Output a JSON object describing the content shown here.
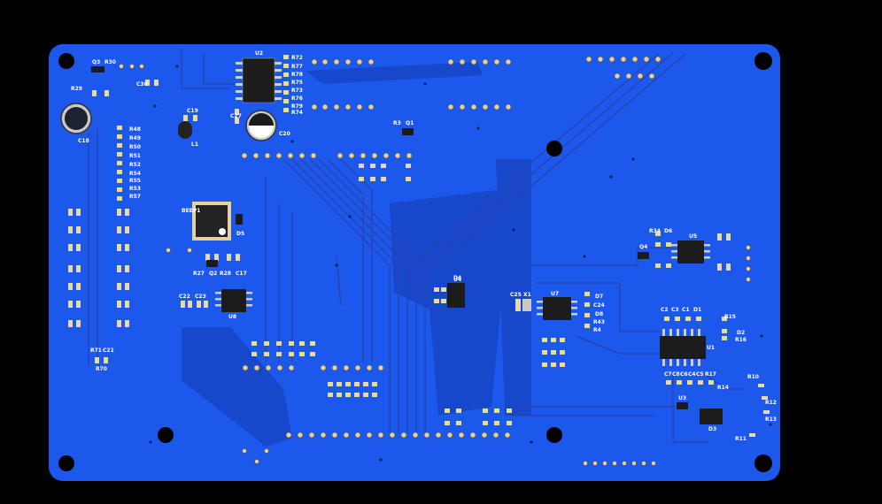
{
  "board": {
    "colors": {
      "background": "#000000",
      "substrate": "#1a4fe0",
      "copper_pour": "#1f5ff0",
      "trace": "#2a3ea8",
      "silkscreen": "#ffffff",
      "pad": "#e8d9a8",
      "chip": "#222222"
    },
    "chips": {
      "u2_label": "U2",
      "u8_label": "U8",
      "u7_label": "U7",
      "u5_label": "U5",
      "u3_label": "U3",
      "u1_label": "U1",
      "u4_label": "U4"
    },
    "components": {
      "q3": "Q3",
      "r30": "R30",
      "r29": "R29",
      "c30": "C30",
      "c18": "C18",
      "c19": "C19",
      "c27": "C27",
      "c20": "C20",
      "l1": "L1",
      "q1": "Q1",
      "r3": "R3",
      "beep1": "BEEP1",
      "d5": "D5",
      "r27": "R27",
      "q2": "Q2",
      "r28": "R28",
      "c17": "C17",
      "c22": "C22",
      "c23": "C23",
      "d4": "D4",
      "c25": "C25",
      "x1": "X1",
      "d7": "D7",
      "c24": "C24",
      "d8": "D8",
      "r43": "R43",
      "r4": "R4",
      "r34": "R34",
      "d6": "D6",
      "q4": "Q4",
      "c2": "C2",
      "c3": "C3",
      "c1": "C1",
      "d1": "D1",
      "d2": "D2",
      "r15": "R15",
      "r16": "R16",
      "r10": "R10",
      "r12": "R12",
      "r13": "R13",
      "r11": "R11",
      "r14": "R14",
      "d3": "D3",
      "c7": "C7",
      "c8": "C8",
      "c6": "C6",
      "c4": "C4",
      "c5": "C5",
      "r17": "R17",
      "r71": "R71",
      "c21": "C21",
      "r70": "R70",
      "r72": "R72",
      "r77": "R77",
      "r78": "R78",
      "r75": "R75",
      "r73": "R73",
      "r76": "R76",
      "r79": "R79",
      "r74": "R74",
      "r48": "R48",
      "r49": "R49",
      "r50": "R50",
      "r51": "R51",
      "r52": "R52",
      "r54": "R54",
      "r55": "R55",
      "r53": "R53",
      "r57": "R57"
    }
  }
}
